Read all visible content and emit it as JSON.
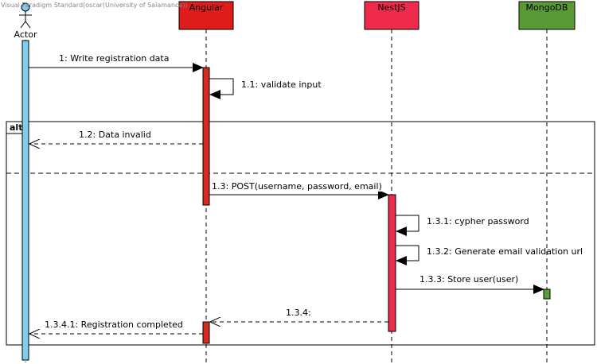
{
  "watermark": "Visual Paradigm Standard(oscar(University of Salamanca))",
  "participants": {
    "actor": "Actor",
    "angular": "Angular",
    "nestjs": "NestJS",
    "mongodb": "MongoDB"
  },
  "colors": {
    "actor_activation": "#7fcdee",
    "angular": "#e01b1b",
    "nestjs": "#ef2b4b",
    "mongodb": "#5aa03a"
  },
  "fragment": {
    "label": "alt"
  },
  "messages": {
    "m1": "1: Write registration data",
    "m1_1": "1.1: validate input",
    "m1_2": "1.2: Data invalid",
    "m1_3": "1.3: POST(username, password, email)",
    "m1_3_1": "1.3.1: cypher password",
    "m1_3_2": "1.3.2: Generate email validation url",
    "m1_3_3": "1.3.3: Store user(user)",
    "m1_3_4": "1.3.4:",
    "m1_3_4_1": "1.3.4.1: Registration completed"
  }
}
